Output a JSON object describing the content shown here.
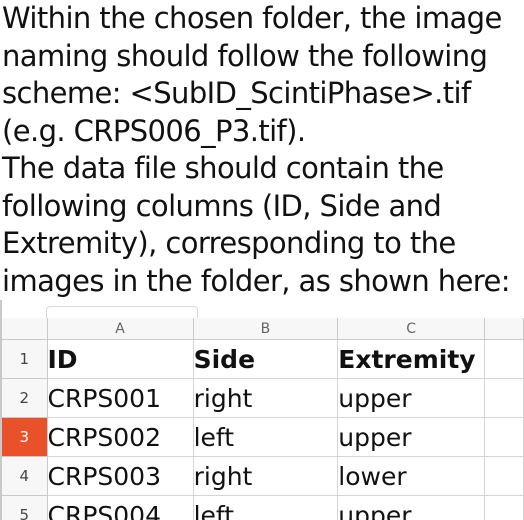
{
  "instructions": {
    "line1": "Within the chosen folder, the image naming should follow the following scheme: <SubID_ScintiPhase>.tif (e.g. CRPS006_P3.tif).",
    "line2": "The data file should contain the following columns (ID, Side and Extremity), corresponding to the images in the folder, as shown here:"
  },
  "spreadsheet": {
    "columns": [
      "A",
      "B",
      "C"
    ],
    "rows": [
      {
        "num": "1",
        "selected": false,
        "cells": [
          "ID",
          "Side",
          "Extremity"
        ],
        "header": true
      },
      {
        "num": "2",
        "selected": false,
        "cells": [
          "CRPS001",
          "right",
          "upper"
        ],
        "header": false
      },
      {
        "num": "3",
        "selected": true,
        "cells": [
          "CRPS002",
          "left",
          "upper"
        ],
        "header": false
      },
      {
        "num": "4",
        "selected": false,
        "cells": [
          "CRPS003",
          "right",
          "lower"
        ],
        "header": false
      },
      {
        "num": "5",
        "selected": false,
        "cells": [
          "CRPS004",
          "left",
          "upper"
        ],
        "header": false
      }
    ],
    "selected_row_color": "#e8512a"
  }
}
